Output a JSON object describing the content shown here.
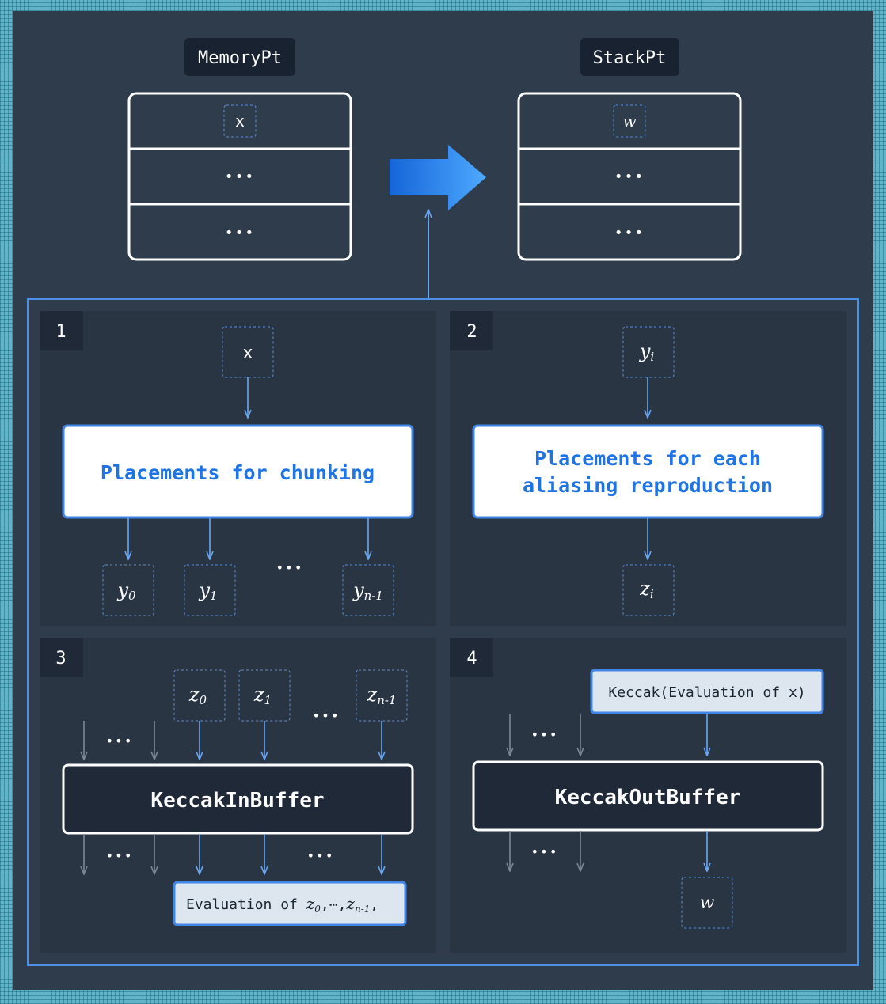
{
  "top": {
    "memory_title": "MemoryPt",
    "stack_title": "StackPt",
    "memory_rows": [
      "x",
      "•••",
      "•••"
    ],
    "stack_rows": [
      "w",
      "•••",
      "•••"
    ]
  },
  "quadrants": {
    "q1": {
      "number": "1",
      "input": "x",
      "box": "Placements for chunking",
      "outputs": [
        "y",
        "y",
        "y"
      ],
      "output_subs": [
        "0",
        "1",
        "n-1"
      ],
      "ellipsis": "•••"
    },
    "q2": {
      "number": "2",
      "input": "y",
      "input_sub": "i",
      "box_line1": "Placements for each",
      "box_line2": "aliasing reproduction",
      "output": "z",
      "output_sub": "i"
    },
    "q3": {
      "number": "3",
      "inputs": [
        "z",
        "z",
        "z"
      ],
      "input_subs": [
        "0",
        "1",
        "n-1"
      ],
      "ellipsis": "•••",
      "box": "KeccakInBuffer",
      "eval_prefix": "Evaluation of ",
      "eval_z": "z",
      "eval_sub0": "0",
      "eval_sep": ",⋯,",
      "eval_subn": "n-1",
      "eval_end": ","
    },
    "q4": {
      "number": "4",
      "input": "Keccak(Evaluation of x)",
      "ellipsis": "•••",
      "box": "KeccakOutBuffer",
      "output": "w"
    }
  },
  "colors": {
    "background": "#2f3c4c",
    "tile": "#2a3544",
    "accent": "#1e74e4",
    "arrow": "#6aa7f0",
    "box_border": "#5290e6"
  }
}
